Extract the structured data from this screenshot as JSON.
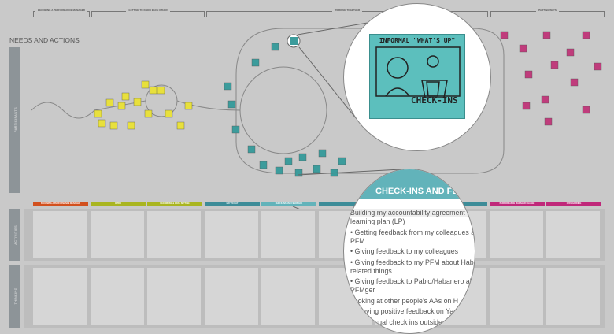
{
  "phases": [
    "BECOMING A PERFORMANCE MANAGER",
    "GETTING TO KNOW EACH OTHER",
    "WORKING TOGETHER",
    "PARTING WAYS"
  ],
  "title": "NEEDS AND ACTIONS",
  "row_labels": [
    "PARTICIPANTS",
    "ACTIVITIES",
    "THINKING"
  ],
  "columns": [
    {
      "label": "BECOMING A PERFORMANCE MANAGER",
      "color": "#d2501e"
    },
    {
      "label": "INTRO",
      "color": "#a9b520"
    },
    {
      "label": "RECORDING & GOAL SETTING",
      "color": "#a9b520"
    },
    {
      "label": "DAY TO DAY",
      "color": "#3d8c98"
    },
    {
      "label": "CHECK-INS AND FEEDBACK",
      "color": "#62b3ba"
    },
    {
      "label": "",
      "color": "#3d8c98"
    },
    {
      "label": "",
      "color": "#3d8c98"
    },
    {
      "label": "",
      "color": "#3d8c98"
    },
    {
      "label": "PERFORMANCE MANAGER CHANGE",
      "color": "#c0287a"
    },
    {
      "label": "OFFBOARDING",
      "color": "#c0287a"
    }
  ],
  "zoom_top": {
    "sketch_title": "INFORMAL \"WHAT'S UP\"",
    "sketch_caption": "CHECK-INS"
  },
  "zoom_bottom": {
    "header": "CHECK-INS AND FEEDBA",
    "items": [
      "Building my accountability agreement (AA) and learning plan (LP)",
      "• Getting feedback from my colleagues and my PFM",
      "• Giving feedback to my colleagues",
      "• Giving feedback to my PFM about Habanero related things",
      "• Giving feedback to Pablo/Habanero about my PFMger",
      "Looking at other people's AAs on H",
      "…cieving positive feedback on Yammer",
      "…for casual check ins outside the o…"
    ]
  }
}
